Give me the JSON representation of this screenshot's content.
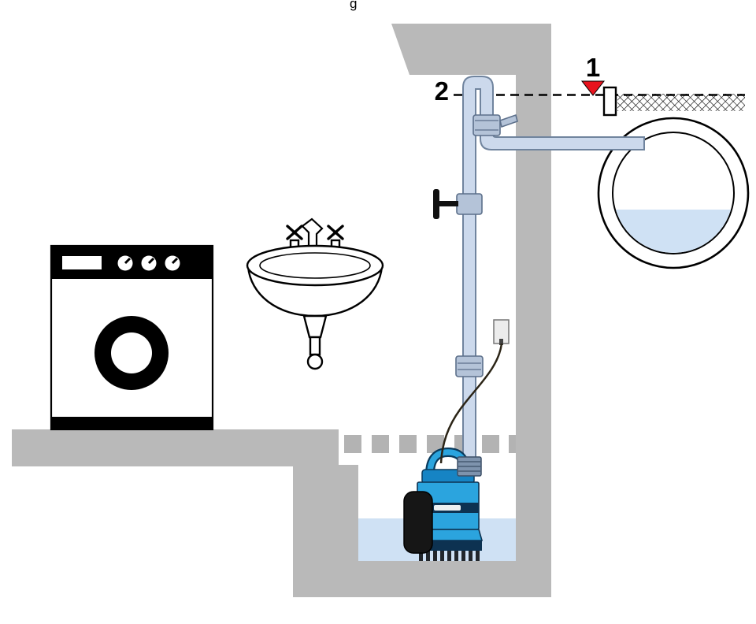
{
  "figure": {
    "markers": {
      "flood_level": "1",
      "pipe_loop_level": "2"
    },
    "cropped_text": "g",
    "colors": {
      "structure_gray": "#b9b9b9",
      "grate_gray": "#b3b3b3",
      "pipe_fill": "#ccd9ec",
      "pipe_stroke": "#70849e",
      "fitting_fill": "#b4c3d8",
      "fitting_stroke": "#5c6f8a",
      "water_blue": "#cfe1f4",
      "pump_blue": "#2ba4de",
      "pump_mid": "#1684c4",
      "pump_dark": "#0d3251",
      "metal_gray": "#7e93ad",
      "marker_red": "#e8131d",
      "cable_brown": "#2b2416",
      "float_black": "#161616",
      "outline_black": "#000000"
    }
  }
}
